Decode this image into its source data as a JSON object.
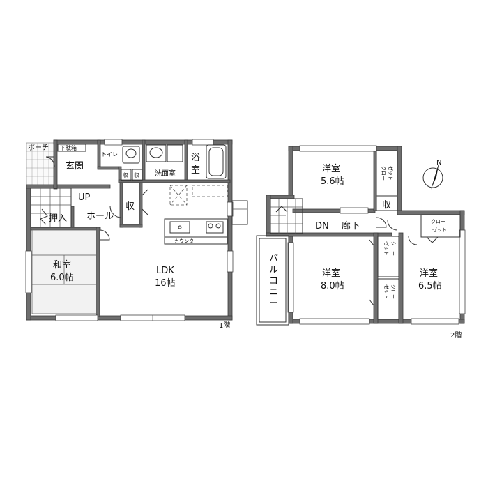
{
  "floors": {
    "first": {
      "floor_label": "1階",
      "rooms": {
        "porch": "ポーチ",
        "shoe_box": "下駄箱",
        "genkan": "玄関",
        "toilet": "トイレ",
        "bath": "浴室",
        "storage_small_1": "収",
        "storage_small_2": "収",
        "washroom": "洗面室",
        "up": "UP",
        "hall": "ホール",
        "storage_hall": "収",
        "oshiire": "押入",
        "washitsu_name": "和室",
        "washitsu_size": "6.0帖",
        "ldk_name": "LDK",
        "ldk_size": "16帖",
        "counter": "カウンター"
      }
    },
    "second": {
      "floor_label": "2階",
      "rooms": {
        "western_top_name": "洋室",
        "western_top_size": "5.6帖",
        "closet_top_a": "クロー",
        "closet_top_b": "ゼット",
        "storage": "収",
        "closet_right_a": "クロー",
        "closet_right_b": "ゼット",
        "dn": "DN",
        "corridor": "廊下",
        "balcony_chars": [
          "バ",
          "ル",
          "コ",
          "ニ",
          "ー"
        ],
        "western_mid_name": "洋室",
        "western_mid_size": "8.0帖",
        "closet_mid1_a": "クロー",
        "closet_mid1_b": "ゼット",
        "closet_mid2_a": "クロー",
        "closet_mid2_b": "ゼット",
        "western_right_name": "洋室",
        "western_right_size": "6.5帖"
      }
    }
  },
  "compass": {
    "north_label": "N"
  }
}
